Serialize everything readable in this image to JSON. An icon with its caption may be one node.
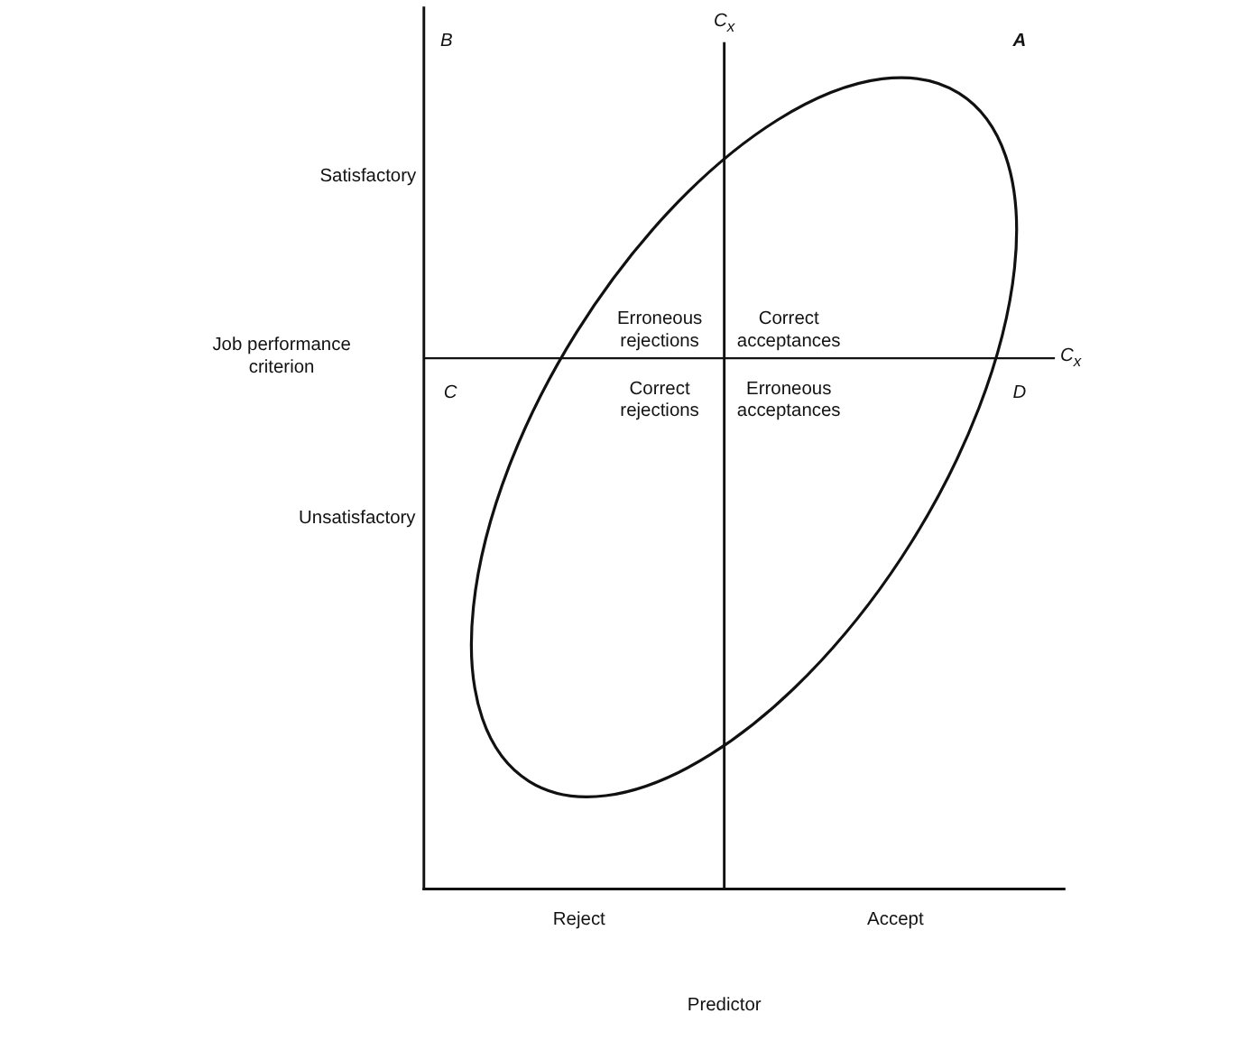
{
  "diagram": {
    "labels": [
      "B",
      "C$_{x}$",
      "A",
      "Satisfactory",
      "Erroneous rejections",
      "Correct acceptances",
      "Job performance criterion",
      "C$_{x}$",
      "C",
      "Correct rejections",
      "Erroneous acceptances",
      "D",
      "Unsatisfactory",
      "Reject",
      "Accept",
      "Predictor"
    ]
  }
}
